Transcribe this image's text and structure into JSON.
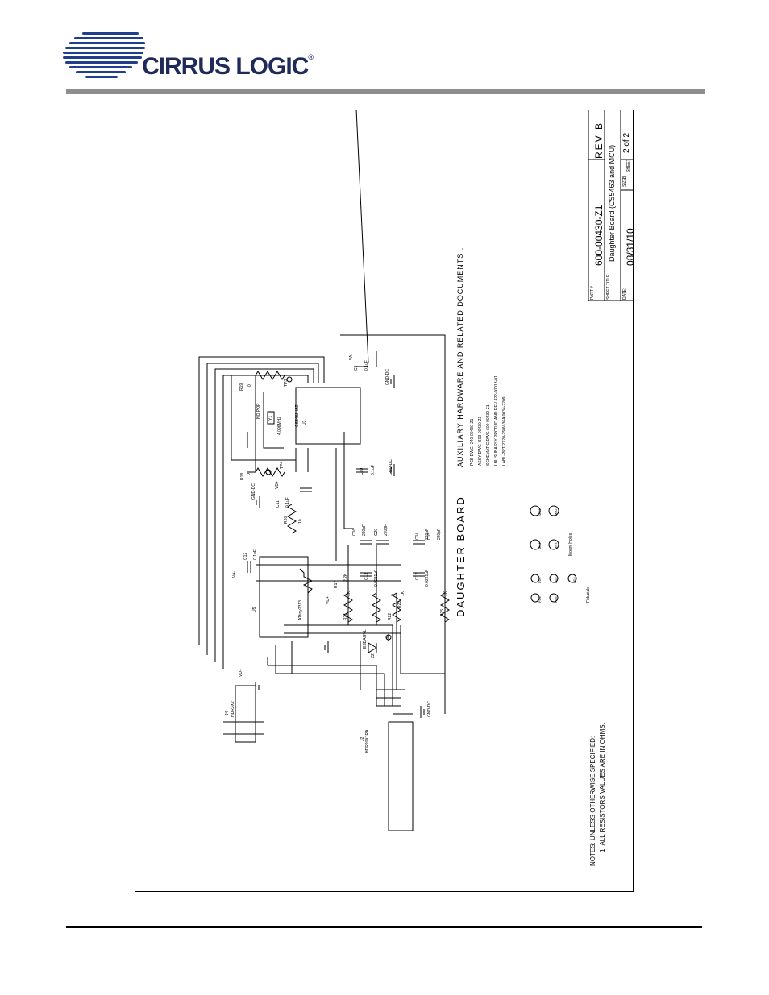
{
  "brand": {
    "name": "CIRRUS LOGIC",
    "mark": "®"
  },
  "title_block": {
    "part_label": "PART #",
    "part_number": "600-00430-Z1",
    "rev": "REV  B",
    "sheet_title_label": "SHEET TITLE",
    "sheet_title": "Daughter Board (CS5463 and MCU)",
    "size_label": "SIZE",
    "size_value": "B",
    "sheet_label": "SHEET",
    "sheet_value": "2  of  2",
    "date_label": "DATE:",
    "date_value": "08/31/10"
  },
  "board_title": "DAUGHTER  BOARD",
  "aux_heading": "AUXILIARY  HARDWARE  AND  RELATED  DOCUMENTS :",
  "aux_docs": [
    "PCB DWG- 240-00430-Z1",
    "ASSY DWG- 603-00430-Z1",
    "SCHEMATIC DWG 600-00430-Z1",
    "LBL SUBASSY PROD ID AND REV   422-00013-01",
    "LABL-PRT-2X20-250V-36A      0034-2209"
  ],
  "notes": {
    "heading": "NOTES:  UNLESS OTHERWISE SPECIFIED:",
    "items": [
      "1.   ALL RESISTORS VALUES ARE IN OHMS."
    ]
  },
  "components": {
    "u3": {
      "ref": "U3",
      "part": "CS5463-ISZ"
    },
    "u5": {
      "ref": "U5",
      "part": "ATtiny2313"
    },
    "y1": {
      "ref": "Y1",
      "value": "4.096MHZ"
    },
    "r19": {
      "ref": "R19",
      "value": "0",
      "note": "NO POP"
    },
    "r18": {
      "ref": "R18",
      "value": "0"
    },
    "r20": {
      "ref": "R20",
      "value": "10"
    },
    "r17": {
      "ref": "R17",
      "value": "2.2K"
    },
    "r21": {
      "ref": "R21",
      "value": "1K"
    },
    "r22": {
      "ref": "R22",
      "value": "0"
    },
    "r23": {
      "ref": "R23",
      "value": "1K"
    },
    "r25": {
      "ref": "R25",
      "value": "1K"
    },
    "c9": {
      "ref": "C9",
      "value": "0.1uF"
    },
    "c10": {
      "ref": "C10",
      "value": "0.1uF"
    },
    "c11": {
      "ref": "C11",
      "value": "0.1uF"
    },
    "c12": {
      "ref": "C12",
      "value": "0.1uF"
    },
    "c13": {
      "ref": "C13",
      "value": "0.0221uF"
    },
    "c14": {
      "ref": "C14",
      "value": "220pF"
    },
    "c15": {
      "ref": "C15",
      "value": "220pF"
    },
    "c16": {
      "ref": "C16",
      "value": "220pF"
    },
    "c17": {
      "ref": "C17",
      "value": "0.0221uF"
    },
    "c20": {
      "ref": "C20",
      "value": "220pF"
    },
    "z2": {
      "ref": "Z2",
      "value": "ESDAGVL"
    },
    "j2": {
      "ref": "J2",
      "part": "HDR20X1RA"
    },
    "j4": {
      "ref": "J4",
      "part": "HDR3X2"
    },
    "tp3": {
      "ref": "TP3"
    },
    "tp4": {
      "ref": "TP4"
    }
  },
  "nets": {
    "gnd": "GND-DC",
    "vd": "VD+",
    "va": "VA+",
    "va_alt": "VA-"
  },
  "mount_holes": [
    "MH1",
    "MH2",
    "MH3",
    "MH4"
  ],
  "mount_holes_label": "Mount Holes",
  "fiducials": [
    "FD1",
    "FD2",
    "FD3",
    "FD4",
    "FD5"
  ],
  "fiducials_label": "Fiducials"
}
